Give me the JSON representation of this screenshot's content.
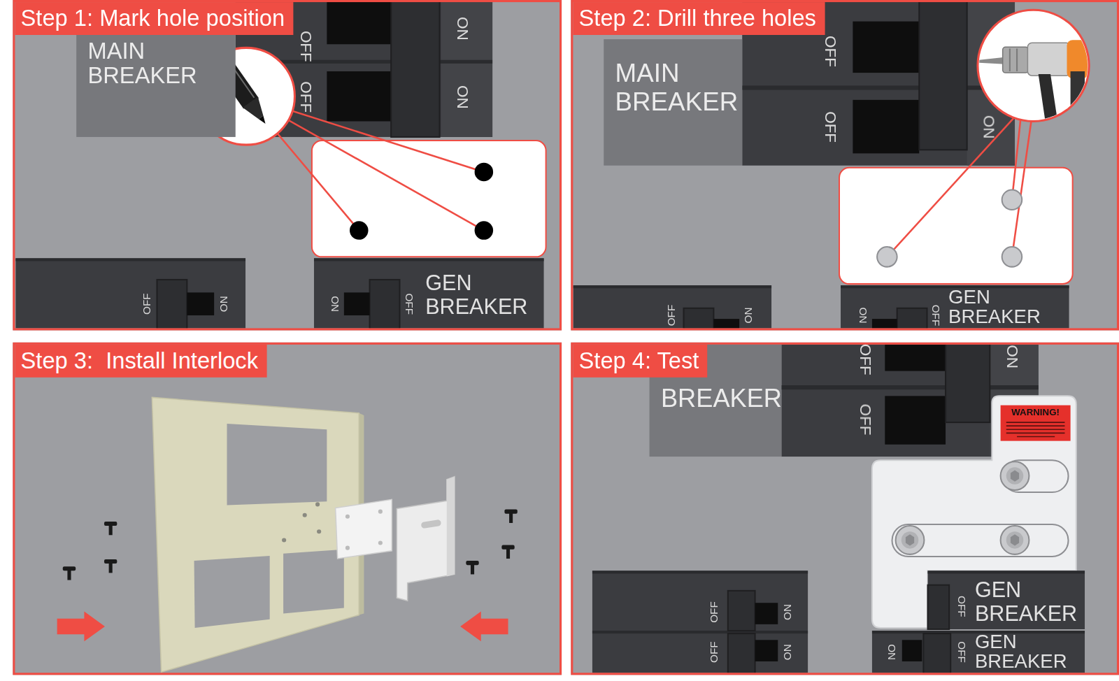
{
  "diagram": {
    "nodes": [
      {
        "text": [
          "Step 1: Mark hole position"
        ]
      },
      {
        "text": [
          "MAIN BREAKER"
        ],
        "in": 0
      },
      {
        "text": [
          "GEN BREAKER"
        ],
        "in": 0
      },
      {
        "text": [
          "Step 2: Drill three holes"
        ]
      },
      {
        "text": [
          "MAIN BREAKER"
        ],
        "in": 3
      },
      {
        "text": [
          "GEN BREAKER"
        ],
        "in": 3
      },
      {
        "text": [
          "Step 3:  Install Interlock"
        ]
      },
      {
        "text": [
          "Step 4: Test"
        ]
      },
      {
        "text": [
          "BREAKER"
        ],
        "in": 7
      },
      {
        "text": [
          "WARNING!"
        ],
        "in": 7
      },
      {
        "text": [
          "GEN BREAKER"
        ],
        "in": 7
      },
      {
        "text": [
          "GEN BREAKER"
        ],
        "in": 7
      }
    ],
    "labels": [
      "OFF",
      "ON",
      "OFF",
      "ON",
      "OFF",
      "ON",
      "ON",
      "OFF",
      "OFF",
      "OFF",
      "ON",
      "OFF",
      "ON",
      "ON",
      "OFF",
      "OFF",
      "ON",
      "OFF",
      "OFF",
      "ON",
      "OFF",
      "ON",
      "OFF",
      "ON",
      "OFF"
    ]
  }
}
